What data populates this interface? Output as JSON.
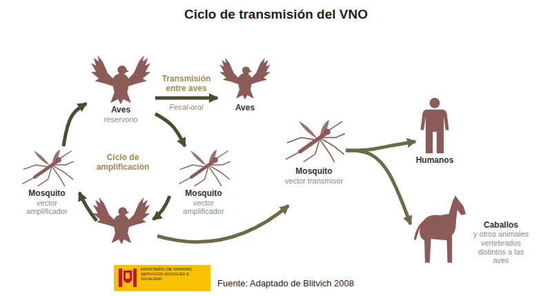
{
  "diagram": {
    "title": "Ciclo de transmisión del VNO",
    "caption": "Fuente: Adaptado de Blitvich 2008",
    "nodes": [
      {
        "text": [
          "Aves",
          "reservorio"
        ]
      },
      {
        "text": [
          "Aves"
        ]
      },
      {
        "text": [
          "Mosquito",
          "vector amplificador"
        ]
      },
      {
        "text": [
          "Mosquito",
          "vector amplificador"
        ]
      },
      {
        "text": [
          "Mosquito",
          "vector transmisor"
        ]
      },
      {
        "text": [
          "Humanos"
        ]
      },
      {
        "text": [
          "Caballos",
          "y otros animales vertebrados distintos a las aves"
        ]
      }
    ],
    "edges": [
      {
        "from": 0,
        "to": 1,
        "arrow": "to",
        "label": "Transmisión entre aves"
      },
      {
        "from": 0,
        "to": 3,
        "arrow": "to"
      },
      {
        "from": 2,
        "to": 0,
        "arrow": "to"
      },
      {
        "from": 4,
        "to": 5,
        "arrow": "to"
      },
      {
        "from": 4,
        "to": 6,
        "arrow": "to"
      }
    ],
    "labels": [
      "Fecal-oral",
      "Ciclo de amplificación",
      "MINISTERIO DE SANIDAD, SERVICIOS SOCIALES E IGUALDAD"
    ]
  }
}
